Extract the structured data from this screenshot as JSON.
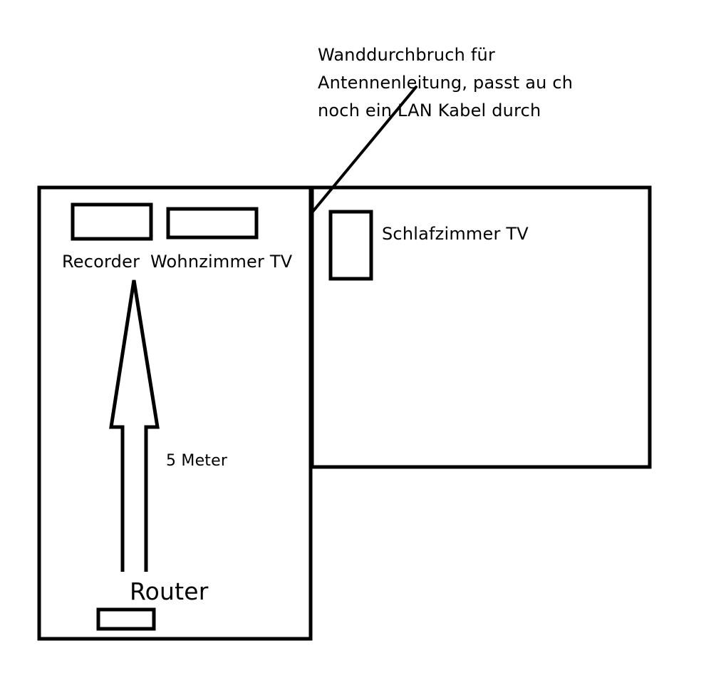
{
  "annotation": {
    "text": "Wanddurchbruch für\nAntennenleitung, passt au ch\nnoch ein LAN Kabel durch"
  },
  "rooms": {
    "living_room": {
      "devices": {
        "recorder": "Recorder",
        "tv": "Wohnzimmer TV",
        "router": "Router"
      },
      "distance_label": "5 Meter"
    },
    "bedroom": {
      "devices": {
        "tv": "Schlafzimmer TV"
      }
    }
  },
  "colors": {
    "line": "#000000",
    "background": "#ffffff"
  }
}
